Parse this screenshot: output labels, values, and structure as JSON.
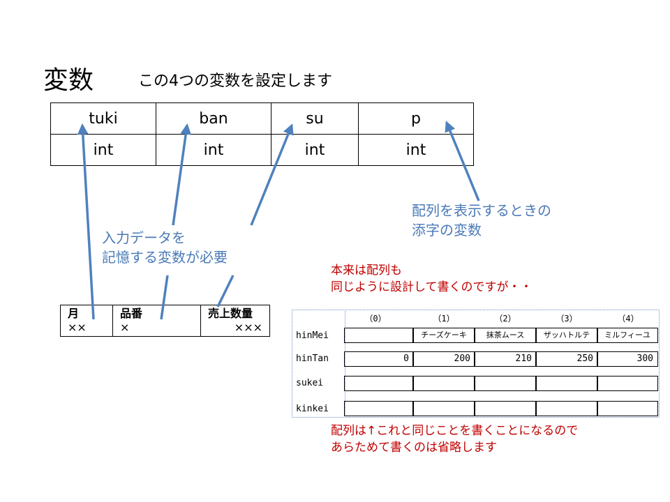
{
  "title": "変数",
  "subtitle": "この4つの変数を設定します",
  "variables": [
    {
      "name": "tuki",
      "type": "int"
    },
    {
      "name": "ban",
      "type": "int"
    },
    {
      "name": "su",
      "type": "int"
    },
    {
      "name": "p",
      "type": "int"
    }
  ],
  "notes": {
    "input_line1": "入力データを",
    "input_line2": "記憶する変数が必要",
    "index_line1": "配列を表示するときの",
    "index_line2": "添字の変数",
    "array_line1": "本来は配列も",
    "array_line2": "同じように設計して書くのですが・・",
    "omit_line1": "配列は↑これと同じことを書くことになるので",
    "omit_line2": "あらためて書くのは省略します"
  },
  "record": [
    {
      "label": "月",
      "value": "××"
    },
    {
      "label": "品番",
      "value": "×"
    },
    {
      "label": "売上数量",
      "value": "×××"
    }
  ],
  "arrays": {
    "indices": [
      "（0）",
      "（1）",
      "（2）",
      "（3）",
      "（4）"
    ],
    "rows": [
      {
        "name": "hinMei",
        "values": [
          "",
          "チーズケーキ",
          "抹茶ムース",
          "ザッハトルテ",
          "ミルフィーユ"
        ]
      },
      {
        "name": "hinTan",
        "values": [
          "0",
          "200",
          "210",
          "250",
          "300"
        ]
      },
      {
        "name": "sukei",
        "values": [
          "",
          "",
          "",
          "",
          ""
        ]
      },
      {
        "name": "kinkei",
        "values": [
          "",
          "",
          "",
          "",
          ""
        ]
      }
    ]
  },
  "colors": {
    "note_blue": "#4a7ab7",
    "note_red": "#c00000",
    "arrow": "#4f81bd"
  }
}
